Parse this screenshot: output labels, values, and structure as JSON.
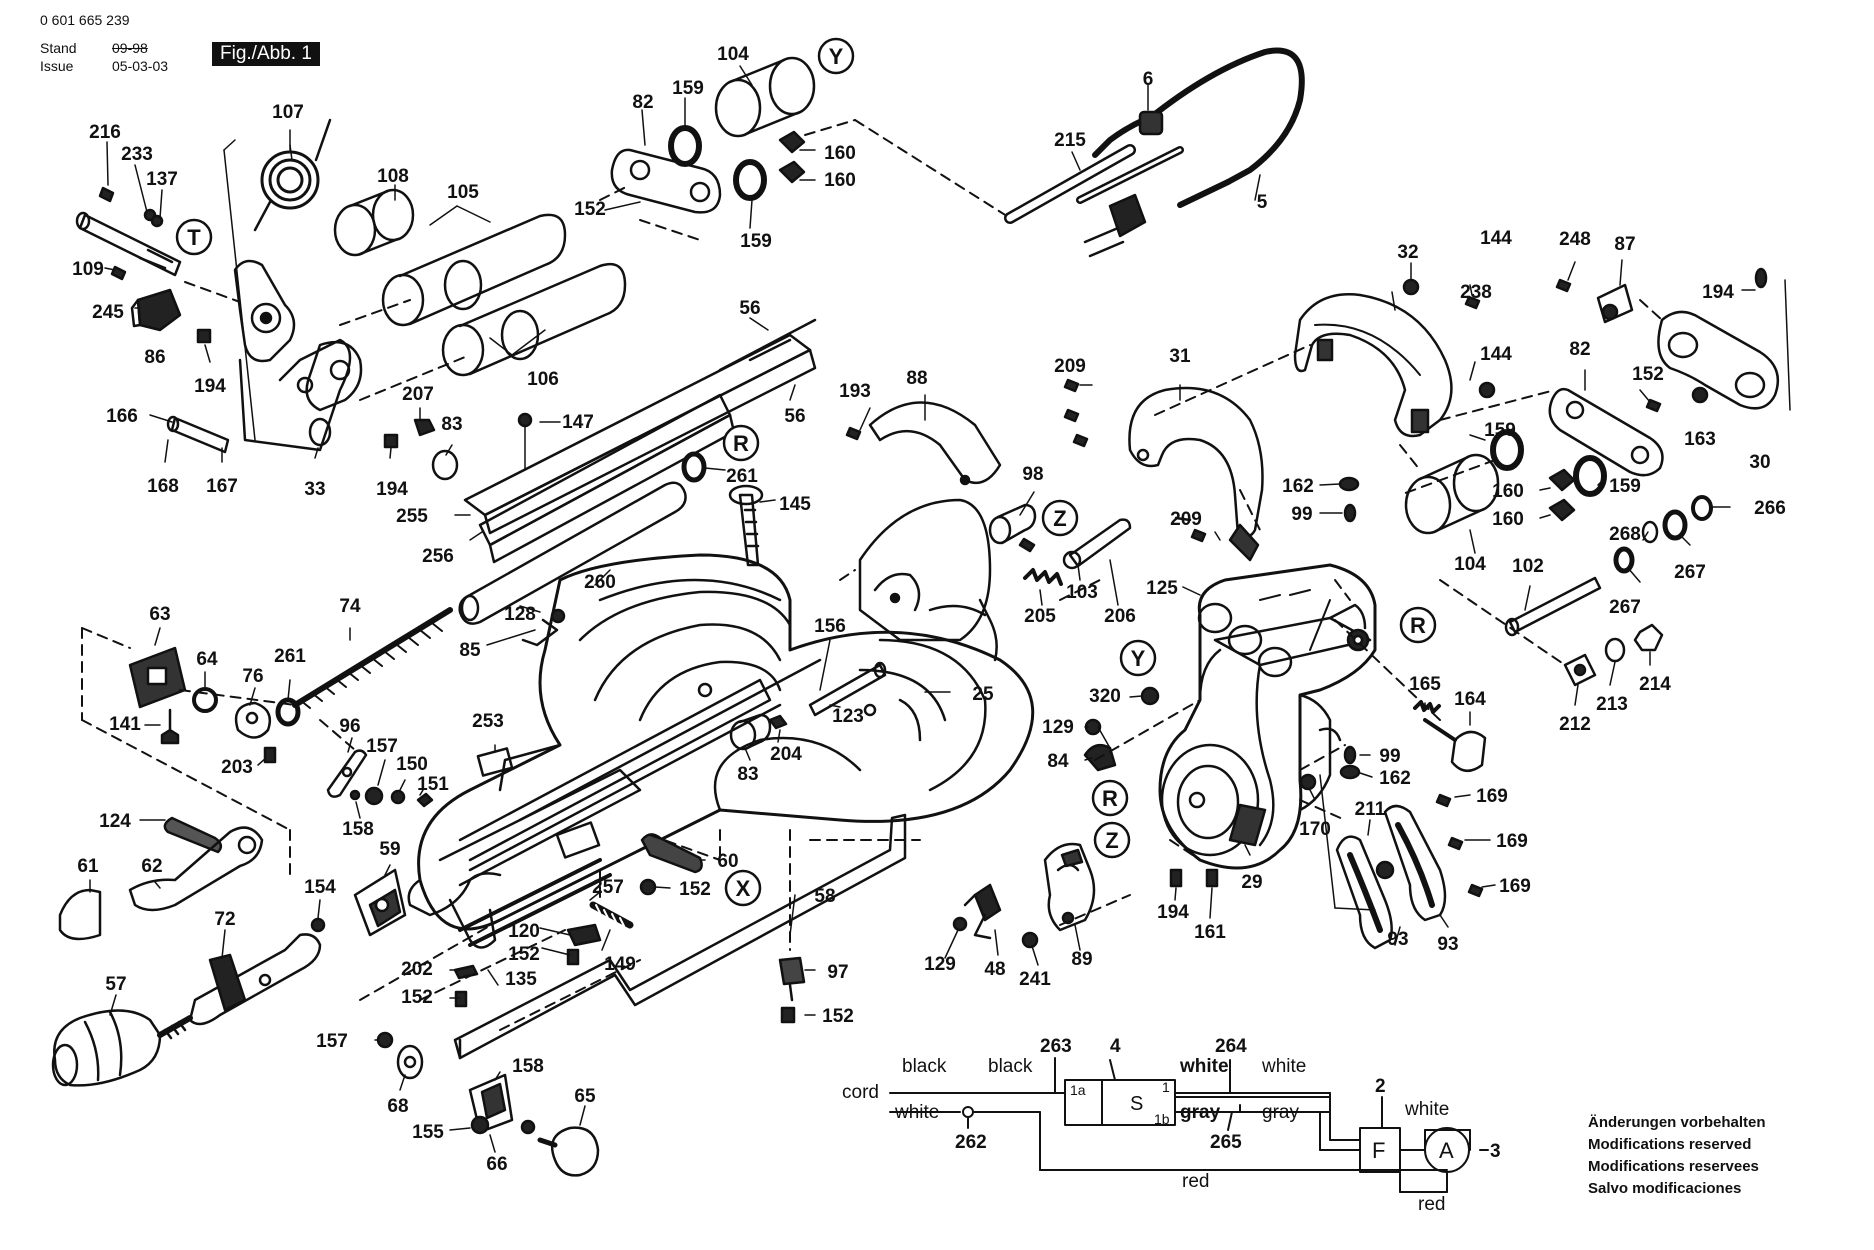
{
  "header": {
    "part_no": "0 601 665 239",
    "stand_label": "Stand",
    "issue_label": "Issue",
    "stand_value": "09-98",
    "issue_value": "05-03-03",
    "figure": "Fig./Abb. 1"
  },
  "notes": [
    "Änderungen vorbehalten",
    "Modifications reserved",
    "Modifications reservees",
    "Salvo modificaciones"
  ],
  "callouts": [
    "Y",
    "T",
    "R",
    "R",
    "Z",
    "Z",
    "Y",
    "R",
    "X"
  ],
  "labels": {
    "l104a": "104",
    "l159a": "159",
    "l82a": "82",
    "l160a": "160",
    "l160b": "160",
    "l152a": "152",
    "l159b": "159",
    "l6": "6",
    "l215": "215",
    "l5": "5",
    "l107": "107",
    "l108": "108",
    "l105": "105",
    "l106": "106",
    "l216": "216",
    "l233": "233",
    "l137": "137",
    "l109": "109",
    "l245": "245",
    "l86": "86",
    "l194a": "194",
    "l207": "207",
    "l83a": "83",
    "l33": "33",
    "l194b": "194",
    "l166": "166",
    "l168": "168",
    "l167": "167",
    "l56a": "56",
    "l56b": "56",
    "l147": "147",
    "l261a": "261",
    "l255": "255",
    "l256": "256",
    "l260": "260",
    "l145": "145",
    "l88": "88",
    "l193": "193",
    "l98": "98",
    "l103": "103",
    "l205": "205",
    "l206": "206",
    "l128": "128",
    "l85": "85",
    "l156": "156",
    "l123": "123",
    "l25": "25",
    "l83b": "83",
    "l204": "204",
    "l63": "63",
    "l74": "74",
    "l64": "64",
    "l76": "76",
    "l261b": "261",
    "l141": "141",
    "l203": "203",
    "l96": "96",
    "l157a": "157",
    "l150": "150",
    "l151": "151",
    "l158a": "158",
    "l253": "253",
    "l124": "124",
    "l61": "61",
    "l62": "62",
    "l59": "59",
    "l154": "154",
    "l72": "72",
    "l57": "57",
    "l257": "257",
    "l60": "60",
    "l152b": "152",
    "l120": "120",
    "l152c": "152",
    "l149": "149",
    "l202": "202",
    "l152d": "152",
    "l135": "135",
    "l58": "58",
    "l97": "97",
    "l152e": "152",
    "l157b": "157",
    "l68": "68",
    "l158b": "158",
    "l65": "65",
    "l155": "155",
    "l66": "66",
    "l32": "32",
    "l144a": "144",
    "l238": "238",
    "l144b": "144",
    "l248": "248",
    "l87": "87",
    "l194c": "194",
    "l31": "31",
    "l209a": "209",
    "l82b": "82",
    "l152f": "152",
    "l159c": "159",
    "l163": "163",
    "l30": "30",
    "l162a": "162",
    "l99a": "99",
    "l209b": "209",
    "l160c": "160",
    "l160d": "160",
    "l159d": "159",
    "l104b": "104",
    "l268": "268",
    "l266": "266",
    "l267a": "267",
    "l267b": "267",
    "l102": "102",
    "l125": "125",
    "l212": "212",
    "l213": "213",
    "l214": "214",
    "l165": "165",
    "l164": "164",
    "l320": "320",
    "l129a": "129",
    "l84": "84",
    "l99b": "99",
    "l162b": "162",
    "l169a": "169",
    "l170": "170",
    "l211": "211",
    "l169b": "169",
    "l169c": "169",
    "l29": "29",
    "l194d": "194",
    "l161": "161",
    "l93a": "93",
    "l93b": "93",
    "l129b": "129",
    "l48": "48",
    "l241": "241",
    "l89": "89"
  },
  "wiring": {
    "cord": "cord",
    "black1": "black",
    "black2": "black",
    "white_left": "white",
    "n263": "263",
    "n4": "4",
    "s_1a": "1a",
    "s_S": "S",
    "s_1": "1",
    "s_1b": "1b",
    "n264": "264",
    "white_mid1": "white",
    "white_mid2": "white",
    "gray1": "gray",
    "gray2": "gray",
    "n265": "265",
    "n262": "262",
    "red1": "red",
    "red2": "red",
    "n2": "2",
    "F": "F",
    "white_right": "white",
    "A": "A",
    "n3": "3"
  }
}
